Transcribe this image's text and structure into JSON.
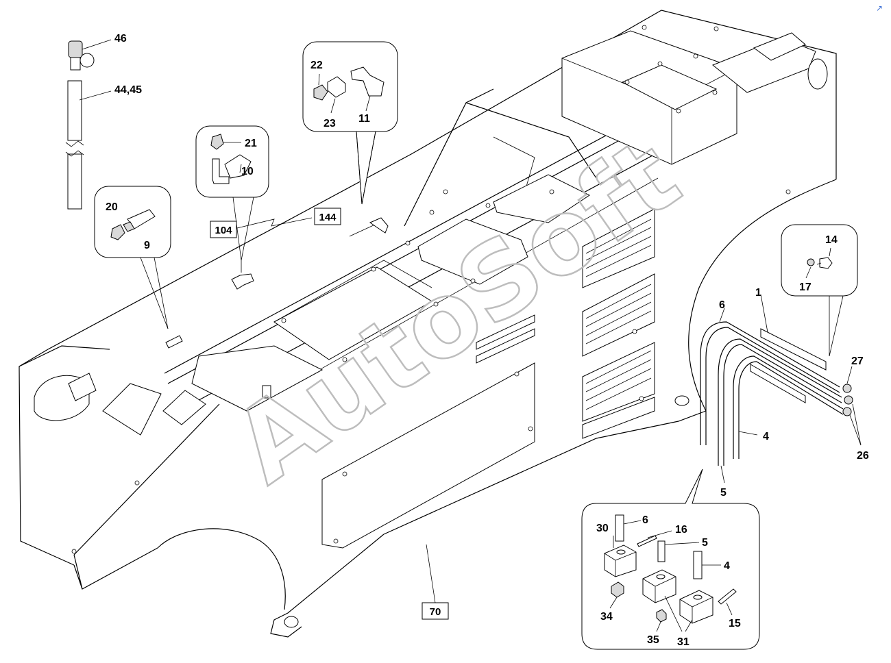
{
  "watermark": "AutoSoft",
  "corner_mark": "↗",
  "callouts": {
    "c46": "46",
    "c4445": "44,45",
    "c22": "22",
    "c23": "23",
    "c11": "11",
    "c21": "21",
    "c10": "10",
    "c20": "20",
    "c9": "9",
    "c14": "14",
    "c17": "17",
    "c1": "1",
    "c6": "6",
    "c27": "27",
    "c26": "26",
    "c4": "4",
    "c5": "5",
    "d30": "30",
    "d6": "6",
    "d16": "16",
    "d5": "5",
    "d4": "4",
    "d34": "34",
    "d35": "35",
    "d31": "31",
    "d15": "15"
  },
  "references": {
    "r104": "104",
    "r144": "144",
    "r70": "70"
  }
}
